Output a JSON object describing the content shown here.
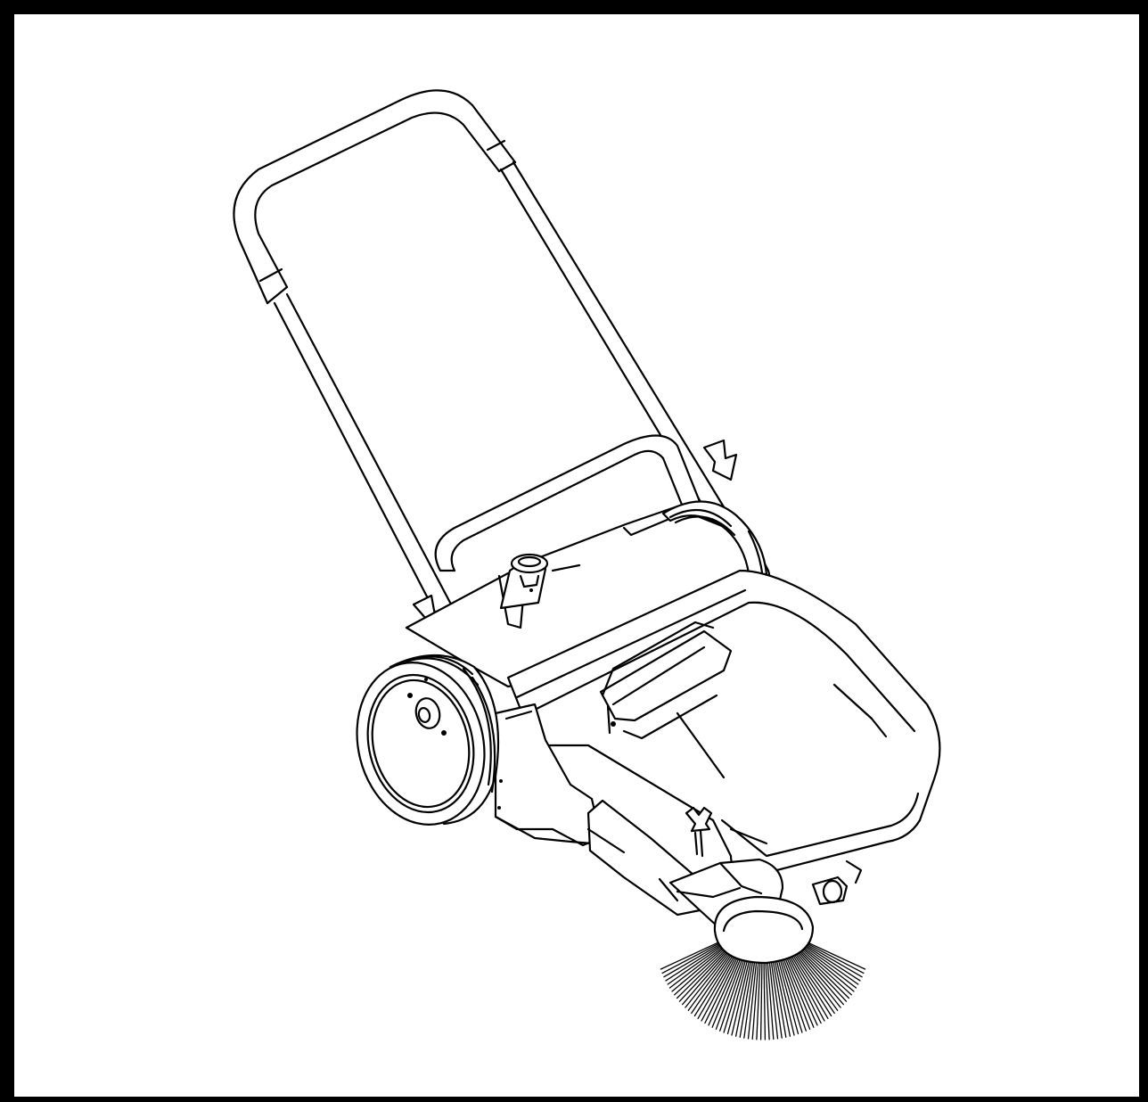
{
  "figure": {
    "subject": "push-sweeper-line-art",
    "border_color": "#000000",
    "background_color": "#ffffff",
    "line_color": "#000000"
  },
  "parts": [
    "handle",
    "hopper-body",
    "rear-wheel",
    "side-brush",
    "adjustment-knobs",
    "caster"
  ]
}
